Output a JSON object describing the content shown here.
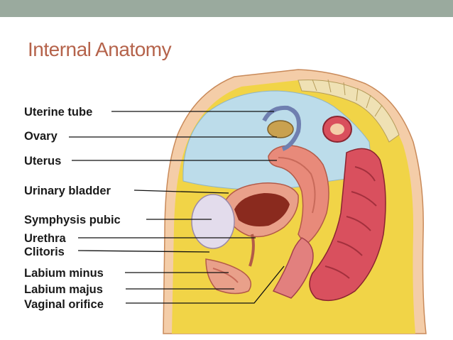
{
  "slide": {
    "title": "Internal Anatomy"
  },
  "diagram": {
    "labels": [
      "Uterine tube",
      "Ovary",
      "Uterus",
      "Urinary bladder",
      "Symphysis pubic",
      "Urethra",
      "Clitoris",
      "Labium minus",
      "Labium majus",
      "Vaginal orifice"
    ]
  },
  "colors": {
    "top_bar": "#9aaa9e",
    "title": "#b5634b",
    "uterus": "#e88a7a",
    "fat": "#f2d64a",
    "skin": "#f3c9a2",
    "pelvic_cavity": "#b9dbe8"
  }
}
